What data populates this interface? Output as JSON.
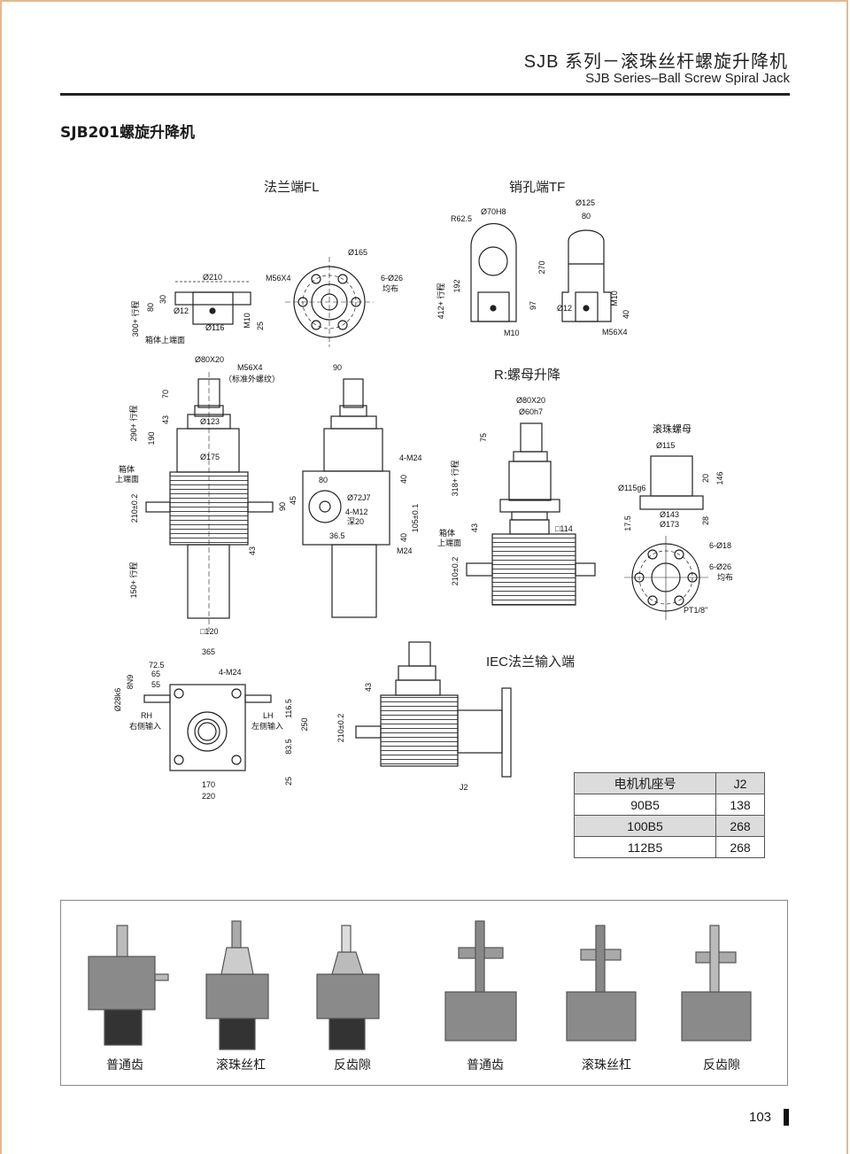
{
  "header": {
    "series_cn": "SJB 系列－滚珠丝杆螺旋升降机",
    "series_en": "SJB Series–Ball Screw Spiral Jack"
  },
  "section_title": "SJB201螺旋升降机",
  "views": {
    "fl": "法兰端FL",
    "tf": "销孔端TF",
    "r": "R:螺母升降",
    "ball_nut": "滚珠螺母",
    "iec": "IEC法兰输入端"
  },
  "dims": {
    "fl": [
      "Ø210",
      "30",
      "80",
      "300+ 行程",
      "Ø12",
      "Ø116",
      "M10",
      "25",
      "箱体上端面",
      "M56X4",
      "Ø165",
      "6-Ø26",
      "均布"
    ],
    "tf": [
      "R62.5",
      "Ø70H8",
      "270",
      "192",
      "412+ 行程",
      "97",
      "M10",
      "Ø125",
      "80",
      "M10",
      "Ø12",
      "40",
      "M56X4"
    ],
    "main": [
      "Ø80X20",
      "M56X4",
      "（标准外螺纹）",
      "70",
      "290+ 行程",
      "43",
      "Ø123",
      "190",
      "Ø175",
      "箱体",
      "上端面",
      "210±0.2",
      "43",
      "150+ 行程",
      "□120"
    ],
    "side": [
      "90",
      "4-M24",
      "80",
      "40",
      "Ø72J7",
      "45",
      "90",
      "4-M12",
      "深20",
      "105±0.1",
      "36.5",
      "40",
      "M24"
    ],
    "r": [
      "Ø80X20",
      "Ø60h7",
      "75",
      "318+ 行程",
      "43",
      "□114",
      "箱体",
      "上端面",
      "210±0.2"
    ],
    "nut": [
      "Ø115",
      "Ø115g6",
      "20",
      "146",
      "Ø143",
      "Ø173",
      "17.5",
      "28",
      "6-Ø18",
      "6-Ø26",
      "均布",
      "PT1/8\""
    ],
    "bottom": [
      "365",
      "72.5",
      "65",
      "55",
      "8N9",
      "Ø28k6",
      "4-M24",
      "RH",
      "右侧输入",
      "LH",
      "左侧输入",
      "116.5",
      "250",
      "83.5",
      "25",
      "170",
      "220"
    ],
    "iec": [
      "43",
      "210±0.2",
      "J2"
    ]
  },
  "table": {
    "headers": [
      "电机机座号",
      "J2"
    ],
    "rows": [
      [
        "90B5",
        "138"
      ],
      [
        "100B5",
        "268"
      ],
      [
        "112B5",
        "268"
      ]
    ]
  },
  "photos": [
    "普通齿",
    "滚珠丝杠",
    "反齿隙",
    "普通齿",
    "滚珠丝杠",
    "反齿隙"
  ],
  "page_number": "103",
  "colors": {
    "border": "#e9b888",
    "line": "#222222"
  }
}
